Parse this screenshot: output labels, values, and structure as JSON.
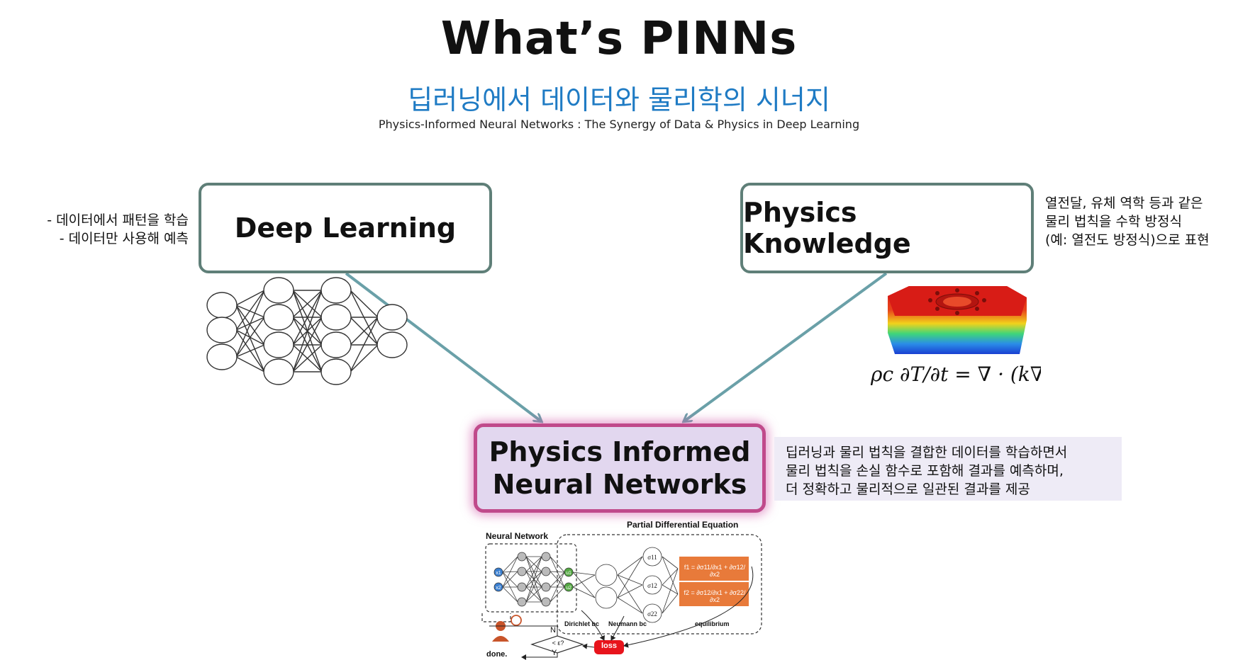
{
  "header": {
    "title": "What’s PINNs",
    "subtitle_kr": "딥러닝에서 데이터와 물리학의 시너지",
    "subtitle_en": "Physics-Informed Neural Networks : The Synergy of Data & Physics in Deep Learning"
  },
  "deep_learning": {
    "label": "Deep Learning",
    "notes": [
      "- 데이터에서 패턴을 학습",
      "- 데이터만 사용해 예측"
    ]
  },
  "physics_knowledge": {
    "label": "Physics Knowledge",
    "notes": [
      "열전달, 유체 역학 등과 같은",
      "물리 법칙을 수학 방정식",
      "(예: 열전도 방정식)으로 표현"
    ],
    "equation": "ρc ∂T/∂t = ∇ · (k∇T)"
  },
  "pinn": {
    "label_line1": "Physics Informed",
    "label_line2": "Neural Networks",
    "notes": [
      "딥러닝과 물리 법칙을 결합한 데이터를 학습하면서",
      "물리 법칙을 손실 함수로 포함해 결과를 예측하며,",
      "더 정확하고 물리적으로 일관된 결과를 제공"
    ]
  },
  "pinn_diagram": {
    "neural_network_label": "Neural Network",
    "pde_label": "Partial Differential Equation",
    "inputs": [
      "x1",
      "x2"
    ],
    "outputs": [
      "u1",
      "u2"
    ],
    "sigmas": [
      "σ11",
      "σ12",
      "σ22"
    ],
    "f1": "f1 = ∂σ11/∂x1 + ∂σ12/∂x2",
    "f2": "f2 = ∂σ12/∂x1 + ∂σ22/∂x2",
    "dirichlet": "Dirichlet bc",
    "neumann": "Neumann bc",
    "equilibrium": "equilibrium",
    "loss": "loss",
    "decision": "< ε?",
    "no": "N",
    "yes": "Y",
    "done": "done."
  },
  "colors": {
    "title_blue": "#1f7bc4",
    "box_border": "#5f7f78",
    "arrow": "#6aa0a8",
    "pinn_fill": "#e2d7ef",
    "pinn_border": "#c04a8b",
    "note_bg": "#eeebf6",
    "orange": "#e87a3a",
    "loss_red": "#e8141c"
  }
}
